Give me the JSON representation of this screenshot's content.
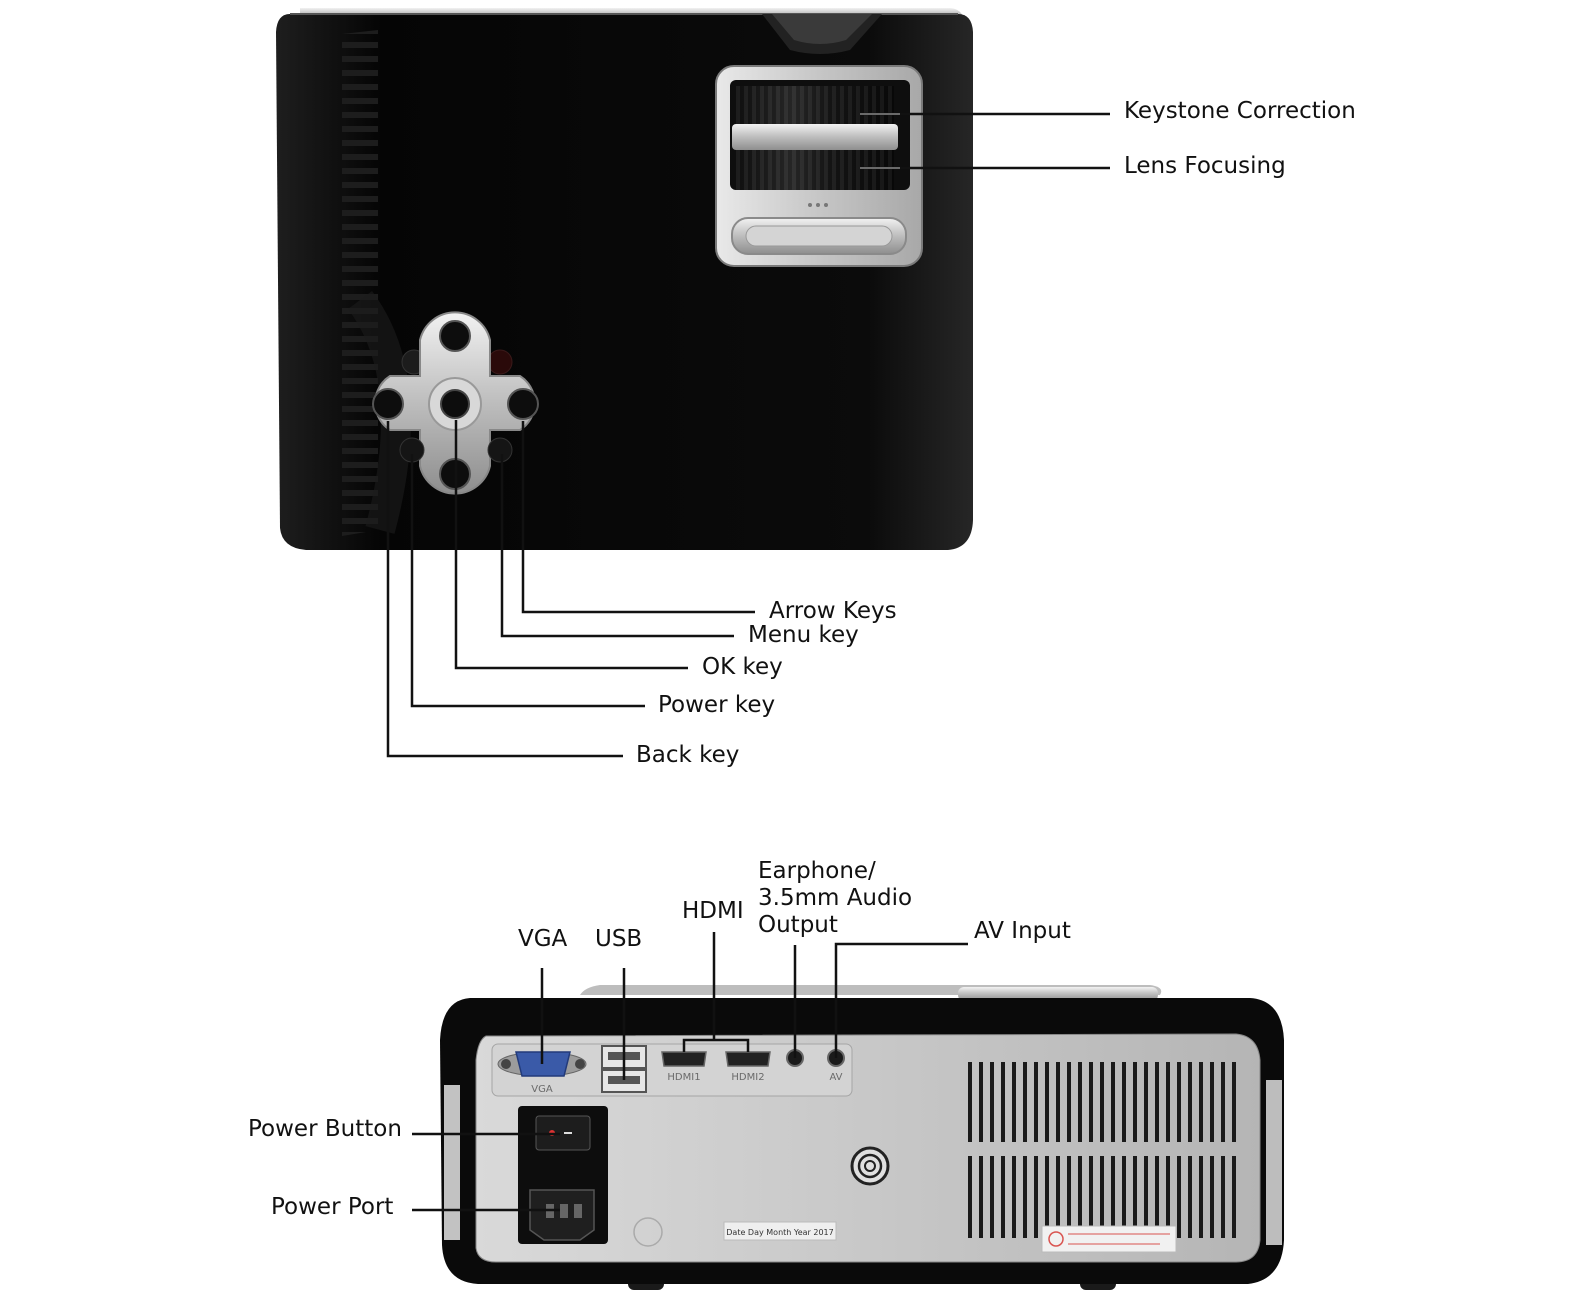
{
  "top_view": {
    "callouts": {
      "keystone": "Keystone Correction",
      "lens_focusing": "Lens Focusing",
      "arrow_keys": "Arrow Keys",
      "menu_key": "Menu key",
      "ok_key": "OK key",
      "power_key": "Power key",
      "back_key": "Back key"
    }
  },
  "rear_view": {
    "callouts": {
      "vga": "VGA",
      "usb": "USB",
      "hdmi": "HDMI",
      "earphone": "Earphone/\n3.5mm Audio\nOutput",
      "av_input": "AV Input",
      "power_button": "Power Button",
      "power_port": "Power Port"
    },
    "port_labels": {
      "vga": "VGA",
      "hdmi1": "HDMI1",
      "hdmi2": "HDMI2",
      "av": "AV"
    },
    "date_label": "Date Day Month Year 2017"
  },
  "colors": {
    "body_black": "#0a0a0a",
    "panel_silver": "#c9c9c9",
    "leader_line": "#111111",
    "vga_blue": "#3a5aa8"
  }
}
